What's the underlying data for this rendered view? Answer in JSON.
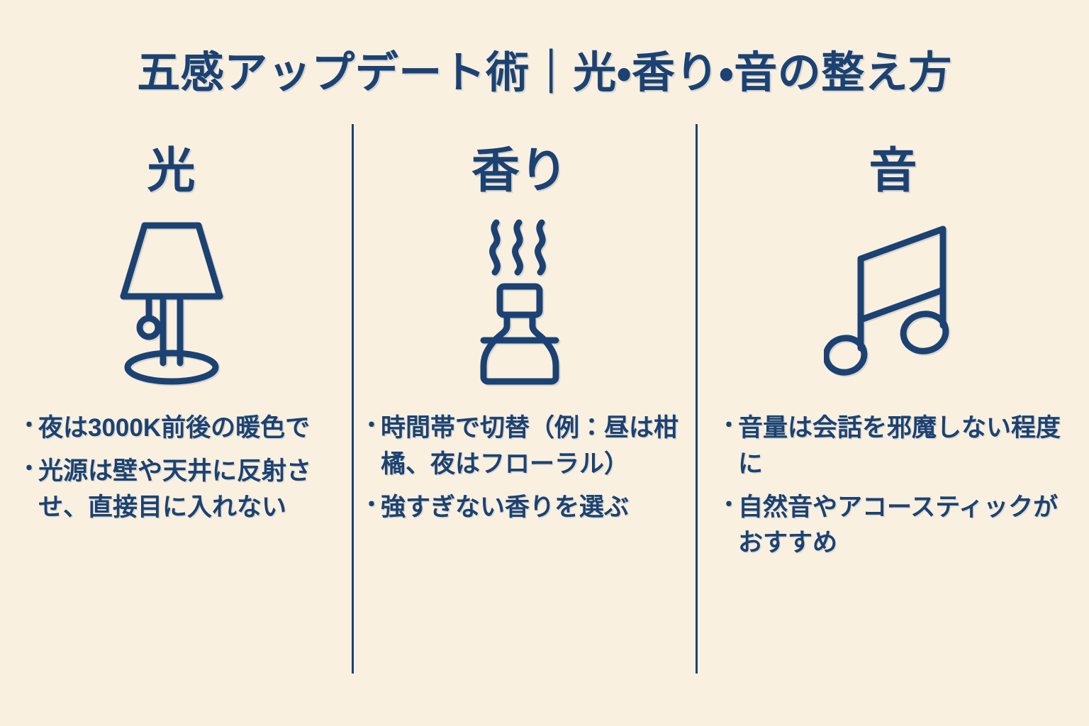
{
  "theme": {
    "background_color": "#faf0e0",
    "ink_color": "#1b4272"
  },
  "title": "五感アップデート術｜光・香り・音の整え方",
  "bullet_marker": "・",
  "columns": [
    {
      "heading": "光",
      "icon": "table-lamp-icon",
      "bullets": [
        "夜は3000K前後の暖色で",
        "光源は壁や天井に反射させ、直接目に入れない"
      ]
    },
    {
      "heading": "香り",
      "icon": "diffuser-bottle-icon",
      "bullets": [
        "時間帯で切替（例：昼は柑橘、夜はフローラル）",
        "強すぎない香りを選ぶ"
      ]
    },
    {
      "heading": "音",
      "icon": "music-note-icon",
      "bullets": [
        "音量は会話を邪魔しない程度に",
        "自然音やアコースティックがおすすめ"
      ]
    }
  ]
}
